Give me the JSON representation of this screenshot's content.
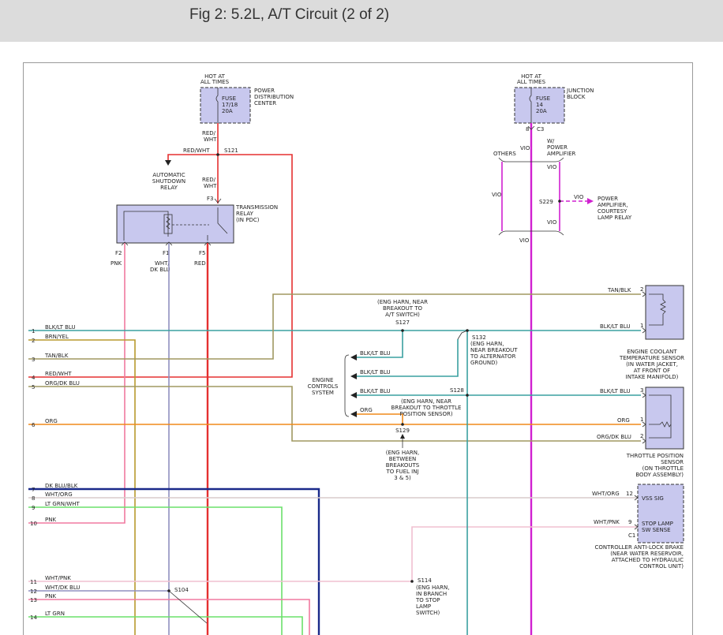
{
  "header": {
    "title": "Fig 2: 5.2L, A/T Circuit (2 of 2)"
  },
  "colors": {
    "red": "#e53030",
    "pink": "#f07aa0",
    "violet": "#d020d0",
    "tan": "#a09860",
    "brn_yel": "#b89a2e",
    "blk_ltblu": "#3aa0a0",
    "dkblu": "#1a2a8a",
    "ltgrn": "#6ae06a",
    "org": "#f08a1a",
    "wht": "#cfcfcf",
    "wht_dkblu": "#9090c0",
    "box_fill": "#c8c8ee"
  },
  "pdc": {
    "hot": [
      "HOT AT",
      "ALL TIMES"
    ],
    "fuse": [
      "FUSE",
      "17/18",
      "20A"
    ],
    "name": [
      "POWER",
      "DISTRIBUTION",
      "CENTER"
    ]
  },
  "jb": {
    "hot": [
      "HOT AT",
      "ALL TIMES"
    ],
    "fuse": [
      "FUSE",
      "14",
      "20A"
    ],
    "name": [
      "JUNCTION",
      "BLOCK"
    ],
    "pin": "8",
    "conn": "C3",
    "wpower": [
      "W/",
      "POWER",
      "AMPLIFIER"
    ],
    "others": "OTHERS"
  },
  "labels": {
    "red_wht": "RED/",
    "red_wht_2": "WHT",
    "red_wht_full": "RED/WHT",
    "s121": "S121",
    "asd_relay": [
      "AUTOMATIC",
      "SHUTDOWN",
      "RELAY"
    ],
    "f3": "F3",
    "trans_relay": [
      "TRANSMISSION",
      "RELAY",
      "(IN PDC)"
    ],
    "f2": "F2",
    "f1": "F1",
    "f5": "F5",
    "pnk": "PNK",
    "wht_dkblu": [
      "WHT/",
      "DK BLU"
    ],
    "red": "RED",
    "vio": "VIO",
    "s229": "S229",
    "power_amp": [
      "POWER",
      "AMPLIFIER,",
      "COURTESY",
      "LAMP RELAY"
    ],
    "eng_harn_s127": [
      "(ENG HARN, NEAR",
      "BREAKOUT TO",
      "A/T SWITCH)"
    ],
    "s127": "S127",
    "s132": "S132",
    "s132_note": [
      "(ENG HARN,",
      "NEAR BREAKOUT",
      "TO ALTERNATOR",
      "GROUND)"
    ],
    "blk_ltblu": "BLK/LT BLU",
    "tan_blk": "TAN/BLK",
    "org": "ORG",
    "org_dkblu": "ORG/DK BLU",
    "ecs": [
      "ENGINE",
      "CONTROLS",
      "SYSTEM"
    ],
    "s128": "S128",
    "s128_note": [
      "(ENG HARN, NEAR",
      "BREAKOUT TO THROTTLE",
      "POSITION SENSOR)"
    ],
    "s129": "S129",
    "s129_note": [
      "(ENG HARN,",
      "BETWEEN",
      "BREAKOUTS",
      "TO FUEL INJ",
      "3 & 5)"
    ],
    "ect": [
      "ENGINE COOLANT",
      "TEMPERATURE SENSOR",
      "(IN WATER JACKET,",
      "AT FRONT OF",
      "INTAKE MANIFOLD)"
    ],
    "tps": [
      "THROTTLE POSITION",
      "SENSOR",
      "(ON THROTTLE",
      "BODY ASSEMBLY)"
    ],
    "abs": [
      "CONTROLLER ANTI-LOCK BRAKE",
      "(NEAR WATER RESERVOIR,",
      "ATTACHED TO HYDRAULIC",
      "CONTROL UNIT)"
    ],
    "vss": "VSS SIG",
    "stop_lamp": [
      "STOP LAMP",
      "SW SENSE"
    ],
    "c1": "C1",
    "wht_org": "WHT/ORG",
    "wht_pnk": "WHT/PNK",
    "s114": "S114",
    "s114_note": [
      "(ENG HARN,",
      "IN BRANCH",
      "TO STOP",
      "LAMP",
      "SWITCH)"
    ],
    "s104": "S104",
    "pin2": "2",
    "pin1": "1",
    "pin3": "3",
    "pin12": "12",
    "pin9": "9"
  },
  "left_wires": [
    {
      "n": "1",
      "label": "BLK/LT BLU"
    },
    {
      "n": "2",
      "label": "BRN/YEL"
    },
    {
      "n": "3",
      "label": "TAN/BLK"
    },
    {
      "n": "4",
      "label": "RED/WHT"
    },
    {
      "n": "5",
      "label": "ORG/DK BLU"
    },
    {
      "n": "6",
      "label": "ORG"
    },
    {
      "n": "7",
      "label": "DK BLU/BLK"
    },
    {
      "n": "8",
      "label": "WHT/ORG"
    },
    {
      "n": "9",
      "label": "LT GRN/WHT"
    },
    {
      "n": "10",
      "label": "PNK"
    },
    {
      "n": "11",
      "label": "WHT/PNK"
    },
    {
      "n": "12",
      "label": "WHT/DK BLU"
    },
    {
      "n": "13",
      "label": "PNK"
    },
    {
      "n": "14",
      "label": "LT GRN"
    }
  ]
}
